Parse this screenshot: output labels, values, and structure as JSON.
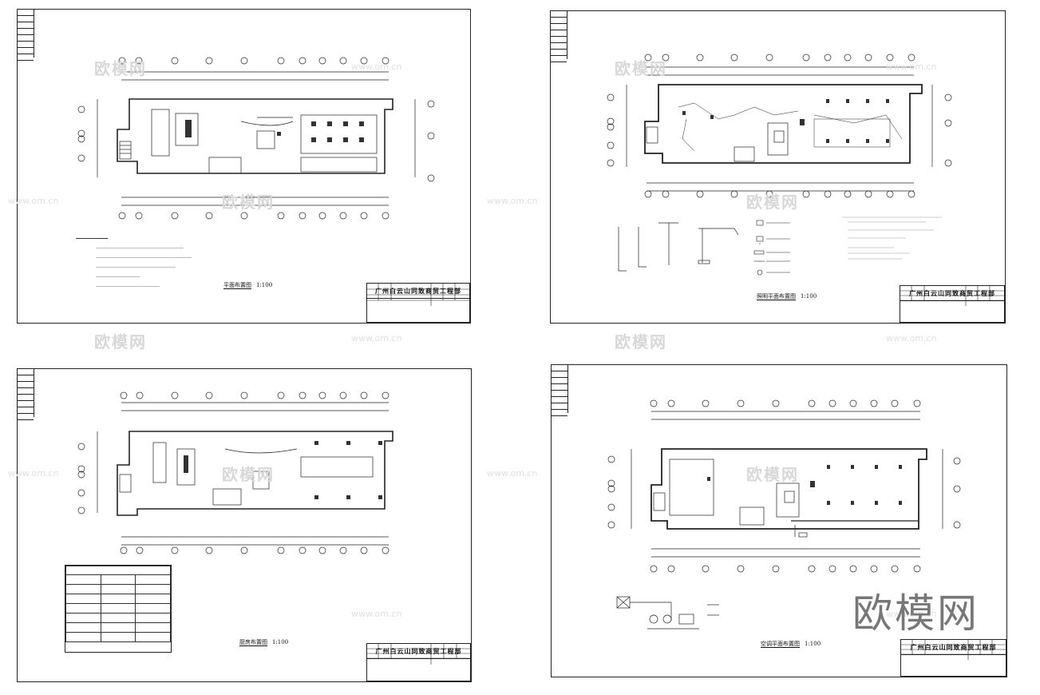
{
  "sheets": [
    {
      "id": "sheet-1",
      "company": "广州白云山同致商贸工程部",
      "drawing_title": "平面布置图",
      "scale": "1:100"
    },
    {
      "id": "sheet-2",
      "company": "广州白云山同致商贸工程部",
      "drawing_title": "照明平面布置图",
      "scale": "1:100"
    },
    {
      "id": "sheet-3",
      "company": "广州白云山同致商贸工程部",
      "drawing_title": "厨房布置图",
      "scale": "1:100"
    },
    {
      "id": "sheet-4",
      "company": "广州白云山同致商贸工程部",
      "drawing_title": "空调平面布置图",
      "scale": "1:100"
    }
  ],
  "watermarks": {
    "logo": "欧模网",
    "url": "www.om.cn"
  },
  "brand_watermark": "欧模网",
  "colors": {
    "line": "#222222",
    "watermark": "#d8d8d8",
    "brand": "#777777"
  }
}
